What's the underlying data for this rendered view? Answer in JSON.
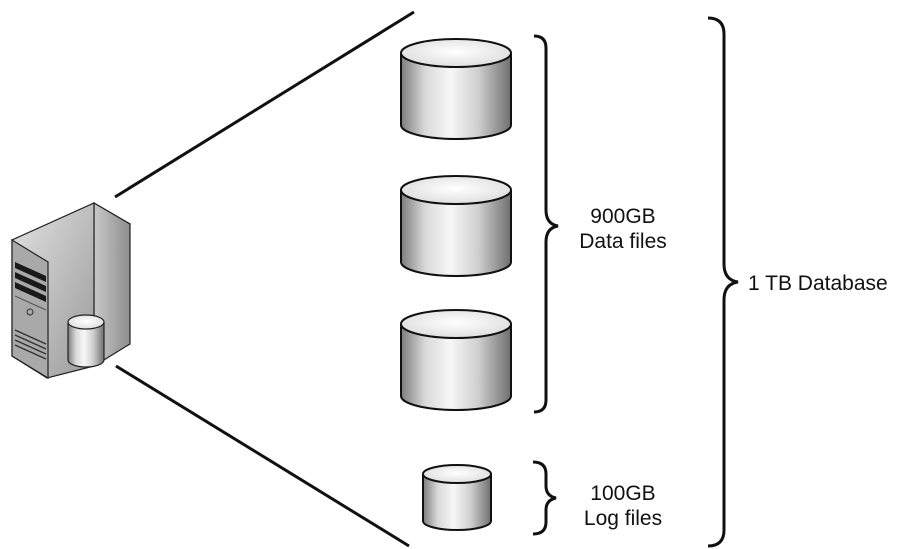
{
  "data_files": {
    "size": "900GB",
    "label": "Data files"
  },
  "log_files": {
    "size": "100GB",
    "label": "Log files"
  },
  "database": {
    "label": "1 TB Database"
  },
  "icons": {
    "server": "server-icon",
    "server_disk": "disk-cylinder-icon",
    "data_disk": "database-cylinder-icon",
    "log_disk": "database-cylinder-icon"
  },
  "colors": {
    "stroke": "#111111",
    "cylinder_light": "#f4f4f4",
    "cylinder_dark": "#8a8a8a",
    "server_body": "#b5b5b5"
  }
}
